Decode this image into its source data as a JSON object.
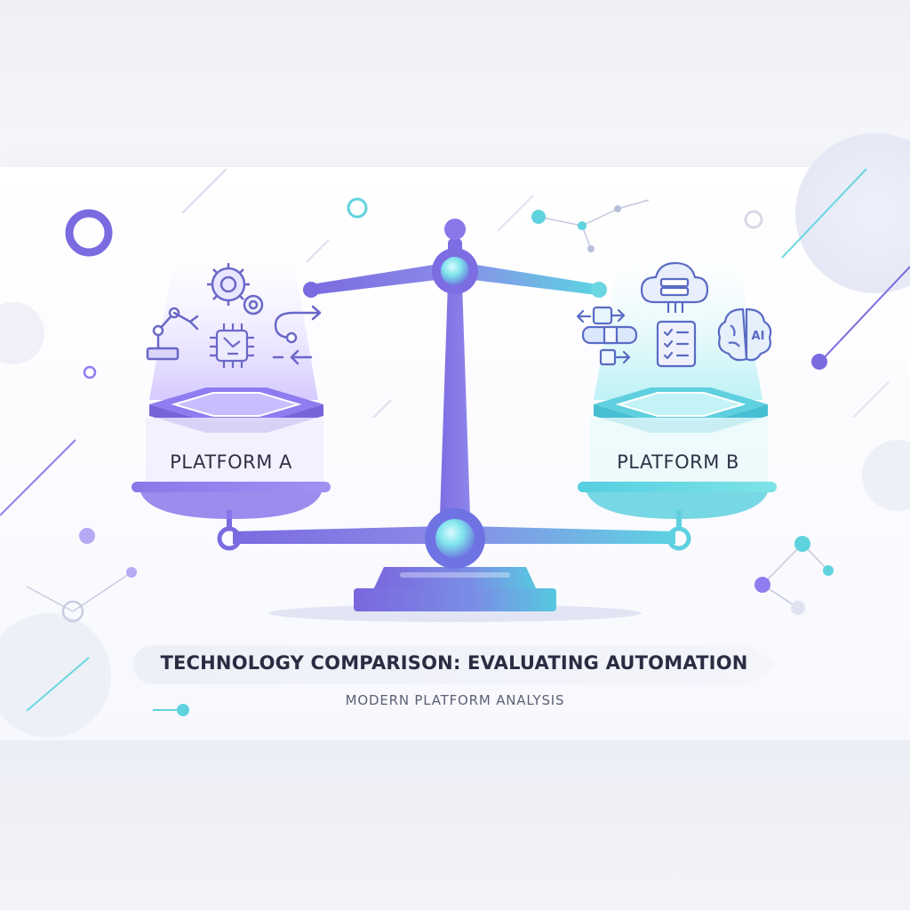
{
  "platform_a": {
    "label": "PLATFORM A",
    "icons": [
      "robot-arm-icon",
      "gear-icon",
      "chip-icon",
      "workflow-arrows-icon"
    ]
  },
  "platform_b": {
    "label": "PLATFORM B",
    "icons": [
      "pipeline-icon",
      "cloud-server-icon",
      "checklist-icon",
      "ai-brain-icon"
    ],
    "brain_text": "AI"
  },
  "footer": {
    "title": "TECHNOLOGY COMPARISON: EVALUATING AUTOMATION",
    "subtitle": "MODERN PLATFORM ANALYSIS"
  },
  "colors": {
    "purple": "#7b6be0",
    "violet": "#8f7cf0",
    "teal": "#4fd2de",
    "cyan": "#67e0e6",
    "text_dark": "#2a2d42",
    "text_muted": "#5d6075"
  }
}
